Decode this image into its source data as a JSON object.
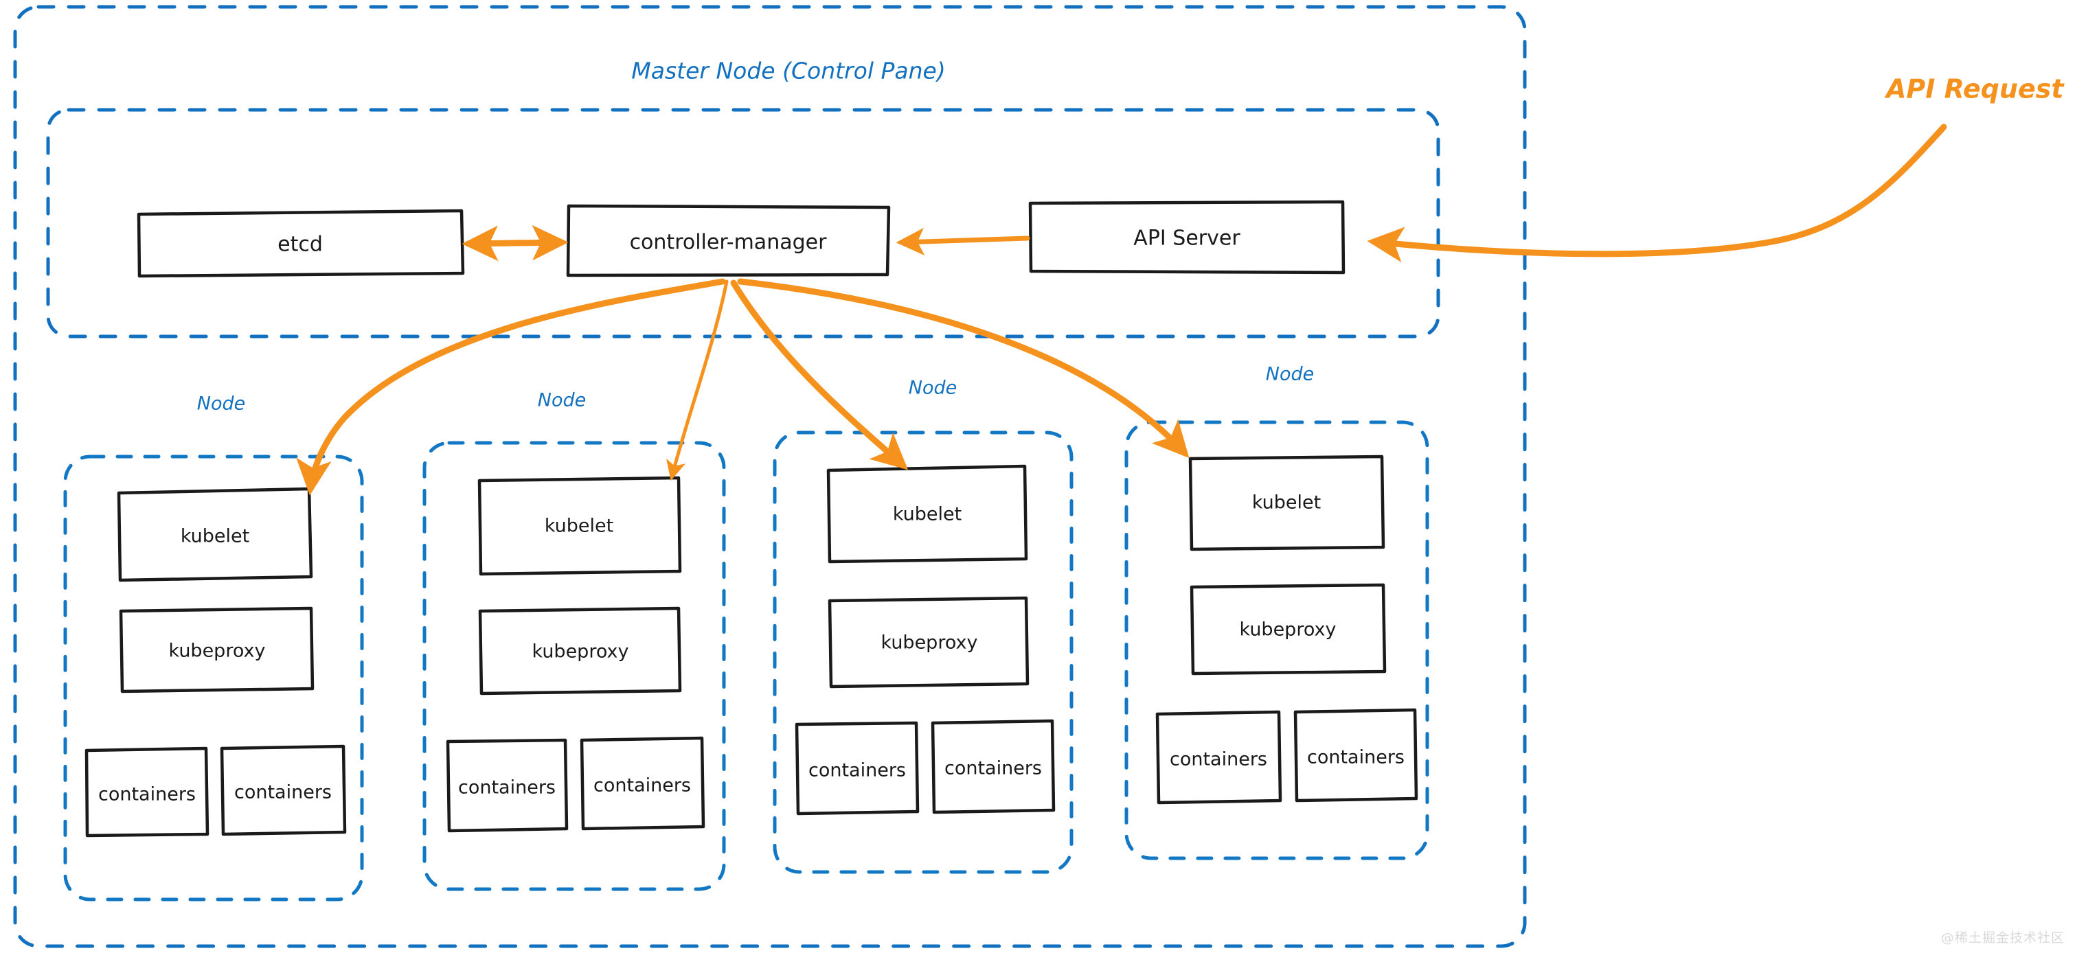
{
  "diagram": {
    "title": "Master Node (Control Pane)",
    "background_color": "#ffffff",
    "accent_blue": "#1171C0",
    "accent_orange": "#F5921E",
    "box_stroke": "#1a1a1a",
    "control_plane": {
      "label": "Master Node (Control Pane)",
      "components": [
        {
          "label": "etcd"
        },
        {
          "label": "controller-manager"
        },
        {
          "label": "API Server"
        }
      ]
    },
    "external": {
      "api_request_label": "API Request"
    },
    "nodes": [
      {
        "group_label": "Node",
        "kubelet_label": "kubelet",
        "kubeproxy_label": "kubeproxy",
        "containers": [
          "containers",
          "containers"
        ]
      },
      {
        "group_label": "Node",
        "kubelet_label": "kubelet",
        "kubeproxy_label": "kubeproxy",
        "containers": [
          "containers",
          "containers"
        ]
      },
      {
        "group_label": "Node",
        "kubelet_label": "kubelet",
        "kubeproxy_label": "kubeproxy",
        "containers": [
          "containers",
          "containers"
        ]
      },
      {
        "group_label": "Node",
        "kubelet_label": "kubelet",
        "kubeproxy_label": "kubeproxy",
        "containers": [
          "containers",
          "containers"
        ]
      }
    ],
    "connections": [
      {
        "from": "etcd",
        "to": "controller-manager",
        "style": "double-arrow"
      },
      {
        "from": "API Server",
        "to": "controller-manager",
        "style": "arrow"
      },
      {
        "from": "API Request",
        "to": "API Server",
        "style": "arrow"
      },
      {
        "from": "controller-manager",
        "to": "Node 1 kubelet",
        "style": "arrow"
      },
      {
        "from": "controller-manager",
        "to": "Node 2 kubelet",
        "style": "arrow"
      },
      {
        "from": "controller-manager",
        "to": "Node 3 kubelet",
        "style": "arrow"
      },
      {
        "from": "controller-manager",
        "to": "Node 4 kubelet",
        "style": "arrow"
      }
    ]
  },
  "watermark": {
    "text": "@稀土掘金技术社区"
  }
}
